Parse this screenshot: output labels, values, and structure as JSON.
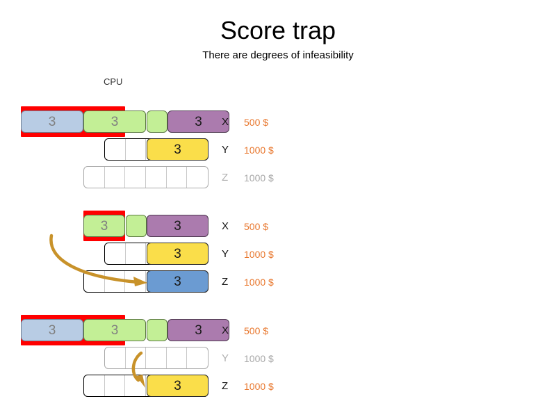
{
  "slide": {
    "title": "Score trap",
    "subtitle": "There are degrees of infeasibility",
    "resource_label": "CPU"
  },
  "colors": {
    "accent_cost": "#e8762c",
    "muted_text": "#a8a8a8",
    "overflow_red": "#ff0000",
    "arrow_gold": "#c8922a",
    "block_blue": "#b8cce4",
    "block_green": "#c3ef96",
    "block_purple": "#ab7bae",
    "block_yellow": "#fade4a",
    "block_steel": "#6b9bd2"
  },
  "groups": [
    {
      "id": "group-1",
      "rows": [
        {
          "name": "X",
          "cost": "500 $",
          "muted": false,
          "overflow": true,
          "blocks": [
            {
              "color": "blue",
              "value": "3"
            },
            {
              "color": "green",
              "value": "3"
            },
            {
              "color": "green",
              "value": ""
            },
            {
              "color": "purple",
              "value": "3"
            }
          ]
        },
        {
          "name": "Y",
          "cost": "1000 $",
          "muted": false,
          "overflow": false,
          "empty_cells": 2,
          "blocks": [
            {
              "color": "yellow",
              "value": "3"
            }
          ]
        },
        {
          "name": "Z",
          "cost": "1000 $",
          "muted": true,
          "overflow": false,
          "empty_cells": 6,
          "blocks": []
        }
      ]
    },
    {
      "id": "group-2",
      "rows": [
        {
          "name": "X",
          "cost": "500 $",
          "muted": false,
          "overflow": true,
          "blocks": [
            {
              "color": "green",
              "value": "3"
            },
            {
              "color": "green",
              "value": ""
            },
            {
              "color": "purple",
              "value": "3"
            }
          ]
        },
        {
          "name": "Y",
          "cost": "1000 $",
          "muted": false,
          "overflow": false,
          "empty_cells": 2,
          "blocks": [
            {
              "color": "yellow",
              "value": "3"
            }
          ]
        },
        {
          "name": "Z",
          "cost": "1000 $",
          "muted": false,
          "overflow": false,
          "empty_cells": 3,
          "blocks": [
            {
              "color": "steel",
              "value": "3"
            }
          ]
        }
      ]
    },
    {
      "id": "group-3",
      "rows": [
        {
          "name": "X",
          "cost": "500 $",
          "muted": false,
          "overflow": true,
          "blocks": [
            {
              "color": "blue",
              "value": "3"
            },
            {
              "color": "green",
              "value": "3"
            },
            {
              "color": "green",
              "value": ""
            },
            {
              "color": "purple",
              "value": "3"
            }
          ]
        },
        {
          "name": "Y",
          "cost": "1000 $",
          "muted": true,
          "overflow": false,
          "empty_cells": 5,
          "blocks": []
        },
        {
          "name": "Z",
          "cost": "1000 $",
          "muted": false,
          "overflow": false,
          "empty_cells": 3,
          "blocks": [
            {
              "color": "yellow",
              "value": "3"
            }
          ]
        }
      ]
    }
  ],
  "arrows": [
    {
      "name": "move-arrow-long",
      "from": "group-2 left margin",
      "to": "group-2 row Z blue block"
    },
    {
      "name": "move-arrow-short",
      "from": "group-3 row Y",
      "to": "group-3 row Z yellow block"
    }
  ]
}
